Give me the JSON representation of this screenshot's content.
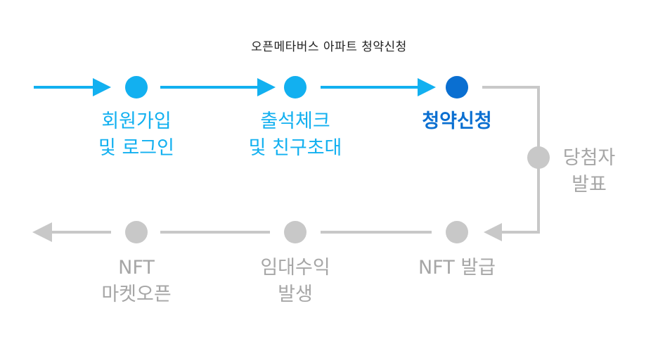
{
  "title": "오픈메타버스 아파트 청약신청",
  "colors": {
    "done": "#12b0f0",
    "current": "#0a6fd1",
    "pending": "#c8c8c8",
    "pending_text": "#a6a6a6"
  },
  "steps": [
    {
      "lines": [
        "회원가입",
        "및 로그인"
      ],
      "status": "done"
    },
    {
      "lines": [
        "출석체크",
        "및 친구초대"
      ],
      "status": "done"
    },
    {
      "lines": [
        "청약신청"
      ],
      "status": "current"
    },
    {
      "lines": [
        "당첨자",
        "발표"
      ],
      "status": "pending"
    },
    {
      "lines": [
        "NFT 발급"
      ],
      "status": "pending"
    },
    {
      "lines": [
        "임대수익",
        "발생"
      ],
      "status": "pending"
    },
    {
      "lines": [
        "NFT",
        "마켓오픈"
      ],
      "status": "pending"
    }
  ]
}
